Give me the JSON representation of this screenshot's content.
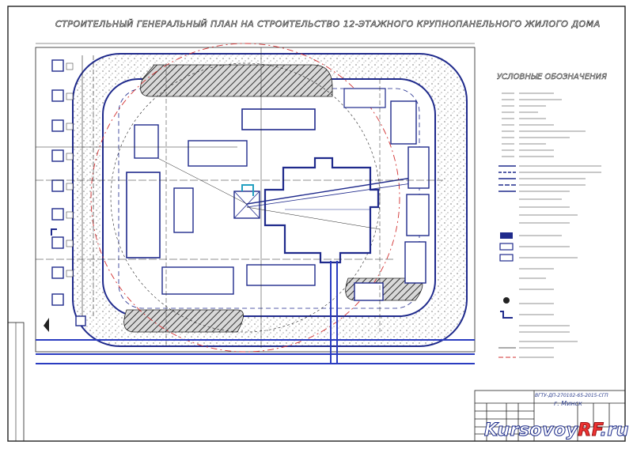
{
  "drawing": {
    "title": "СТРОИТЕЛЬНЫЙ ГЕНЕРАЛЬНЫЙ ПЛАН НА СТРОИТЕЛЬСТВО 12-ЭТАЖНОГО КРУПНОПАНЕЛЬНОГО ЖИЛОГО ДОМА",
    "legend_title": "УСЛОВНЫЕ ОБОЗНАЧЕНИЯ",
    "title_block": {
      "city": "г. Минск",
      "code": "ВГТУ-ДП-270102-65-2015-СГП"
    }
  },
  "colors": {
    "line": "#1f2a8c",
    "hatch": "#333333",
    "crane_radius": "#d23030",
    "road": "#2a3cc0"
  },
  "watermark": {
    "main": "Kursovoy",
    "accent": "RF",
    "tld": ".ru"
  }
}
